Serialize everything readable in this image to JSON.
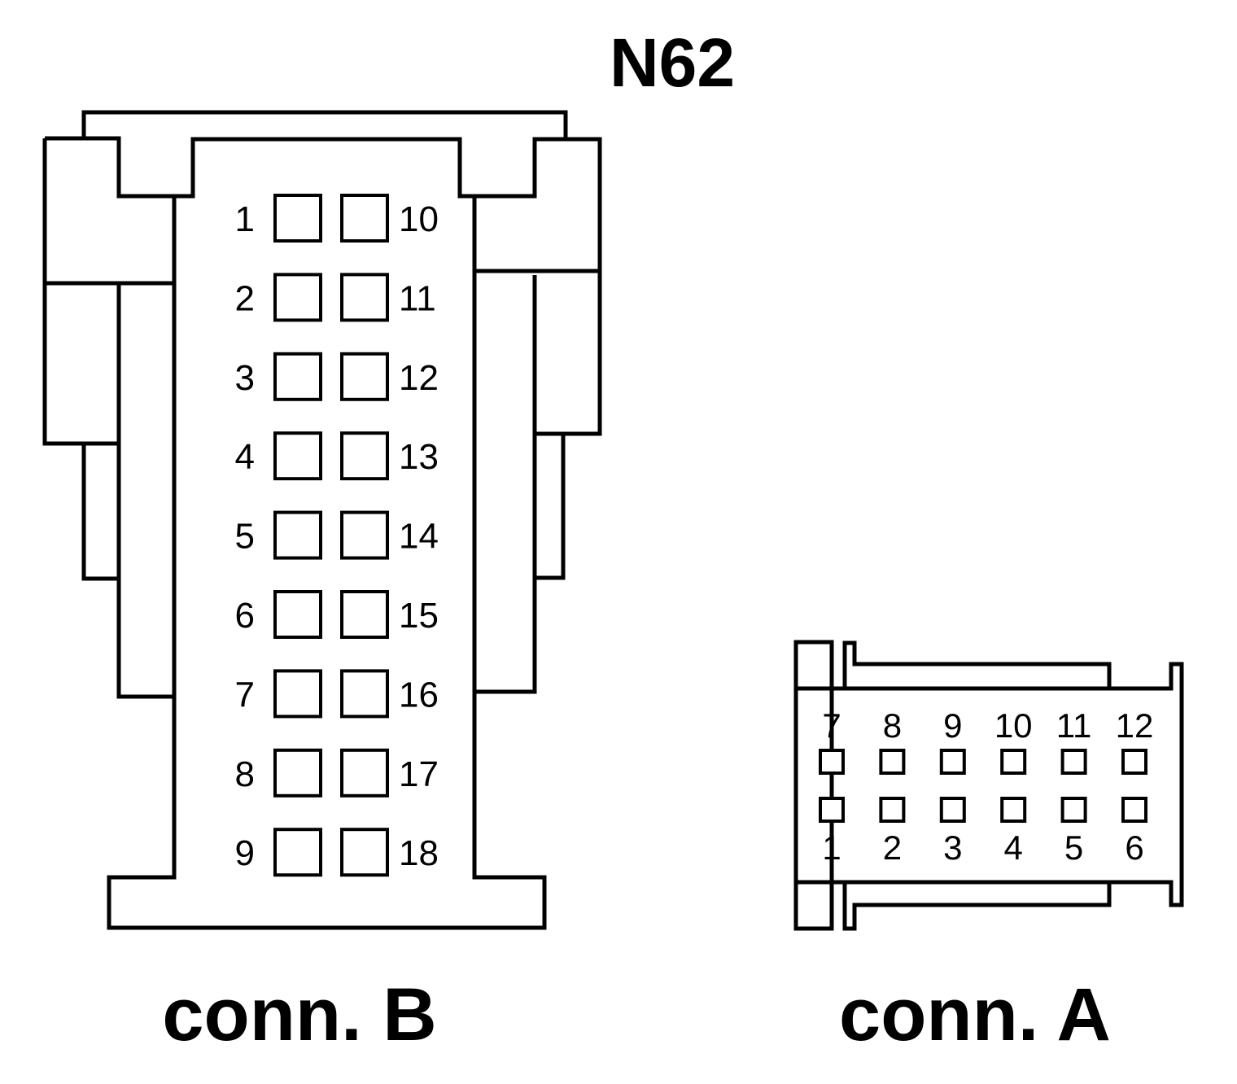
{
  "diagram": {
    "title": "N62",
    "connector_b": {
      "caption": "conn. B",
      "left_pins": [
        "1",
        "2",
        "3",
        "4",
        "5",
        "6",
        "7",
        "8",
        "9"
      ],
      "right_pins": [
        "10",
        "11",
        "12",
        "13",
        "14",
        "15",
        "16",
        "17",
        "18"
      ]
    },
    "connector_a": {
      "caption": "conn. A",
      "top_pins": [
        "7",
        "8",
        "9",
        "10",
        "11",
        "12"
      ],
      "bottom_pins": [
        "1",
        "2",
        "3",
        "4",
        "5",
        "6"
      ]
    }
  }
}
